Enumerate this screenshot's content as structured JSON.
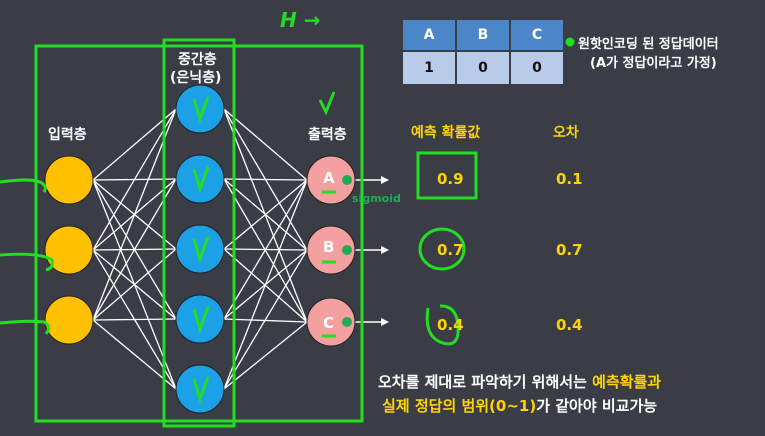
{
  "labels": {
    "input_layer": "입력층",
    "hidden_layer_line1": "중간층",
    "hidden_layer_line2": "(은닉층)",
    "output_layer": "출력층",
    "pred_header": "예측 확률값",
    "error_header": "오차",
    "sigmoid": "sigmoid",
    "annotation_top": "H →"
  },
  "onehot": {
    "headers": [
      "A",
      "B",
      "C"
    ],
    "values": [
      "1",
      "0",
      "0"
    ],
    "note_line1": "원핫인코딩 된 정답데이터",
    "note_line2": "(A가 정답이라고 가정)"
  },
  "outputs": [
    {
      "node": "A",
      "pred": "0.9",
      "error": "0.1"
    },
    {
      "node": "B",
      "pred": "0.7",
      "error": "0.7"
    },
    {
      "node": "C",
      "pred": "0.4",
      "error": "0.4"
    }
  ],
  "bottom_text": {
    "line1_white": "오차를 제대로 파악하기 위해서는 ",
    "line1_yellow": "예측확률과",
    "line2_yellow": "실제 정답의 범위(0~1)",
    "line2_white": "가 같아야 비교가능"
  },
  "colors": {
    "background": "#3a3d46",
    "input_node": "#ffc000",
    "hidden_node": "#1ca0e6",
    "output_node": "#f4a0a0",
    "annotation": "#22dd22",
    "highlight": "#ffd400"
  }
}
